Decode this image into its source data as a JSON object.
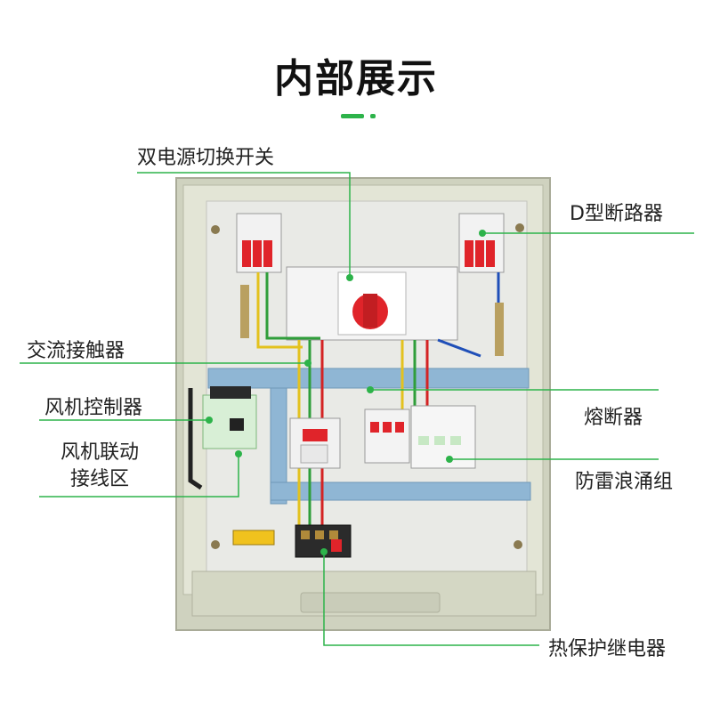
{
  "title": "内部展示",
  "labels": {
    "dual_power_switch": "双电源切换开关",
    "d_type_breaker": "D型断路器",
    "ac_contactor": "交流接触器",
    "fan_controller": "风机控制器",
    "fuse": "熔断器",
    "fan_linkage_line1": "风机联动",
    "fan_linkage_line2": "接线区",
    "surge_protector": "防雷浪涌组",
    "thermal_relay": "热保护继电器"
  },
  "colors": {
    "accent": "#2db34a",
    "cabinet": "#d9dcc8",
    "panel": "#e8e9e4",
    "rail": "#8fb6d4",
    "breaker_red": "#e0242a"
  }
}
